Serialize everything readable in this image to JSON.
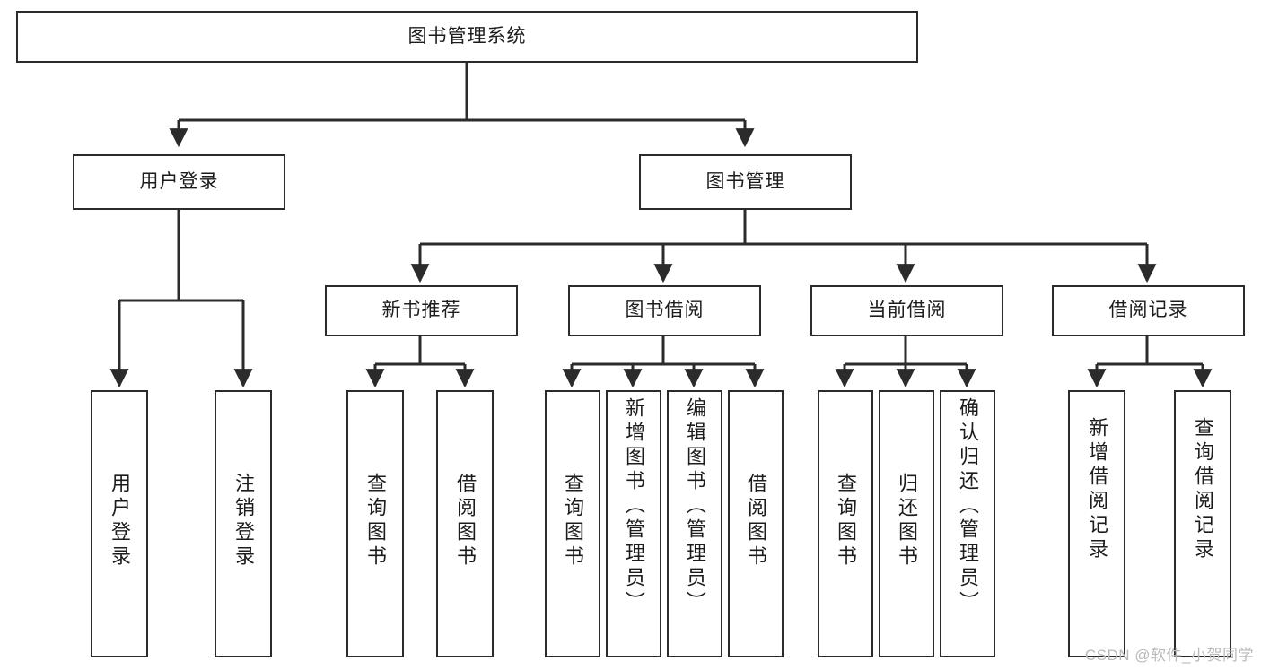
{
  "diagram": {
    "title": "图书管理系统",
    "type": "hierarchy-tree",
    "background_color": "#ffffff",
    "line_color": "#2b2b2b",
    "text_color": "#1c1c1c"
  },
  "root": {
    "label": "图书管理系统"
  },
  "level2": [
    {
      "label": "用户登录"
    },
    {
      "label": "图书管理"
    }
  ],
  "level3": [
    {
      "label": "新书推荐"
    },
    {
      "label": "图书借阅"
    },
    {
      "label": "当前借阅"
    },
    {
      "label": "借阅记录"
    }
  ],
  "leaves": {
    "user_login": [
      {
        "label": "用户登录"
      },
      {
        "label": "注销登录"
      }
    ],
    "new_book": [
      {
        "label": "查询图书"
      },
      {
        "label": "借阅图书"
      }
    ],
    "book_borrow": [
      {
        "label": "查询图书"
      },
      {
        "label": "新增图书（管理员）"
      },
      {
        "label": "编辑图书（管理员）"
      },
      {
        "label": "借阅图书"
      }
    ],
    "current_borrow": [
      {
        "label": "查询图书"
      },
      {
        "label": "归还图书"
      },
      {
        "label": "确认归还（管理员）"
      }
    ],
    "borrow_record": [
      {
        "label": "新增借阅记录"
      },
      {
        "label": "查询借阅记录"
      }
    ]
  },
  "watermark": {
    "text": "CSDN @软件_小贺同学"
  }
}
